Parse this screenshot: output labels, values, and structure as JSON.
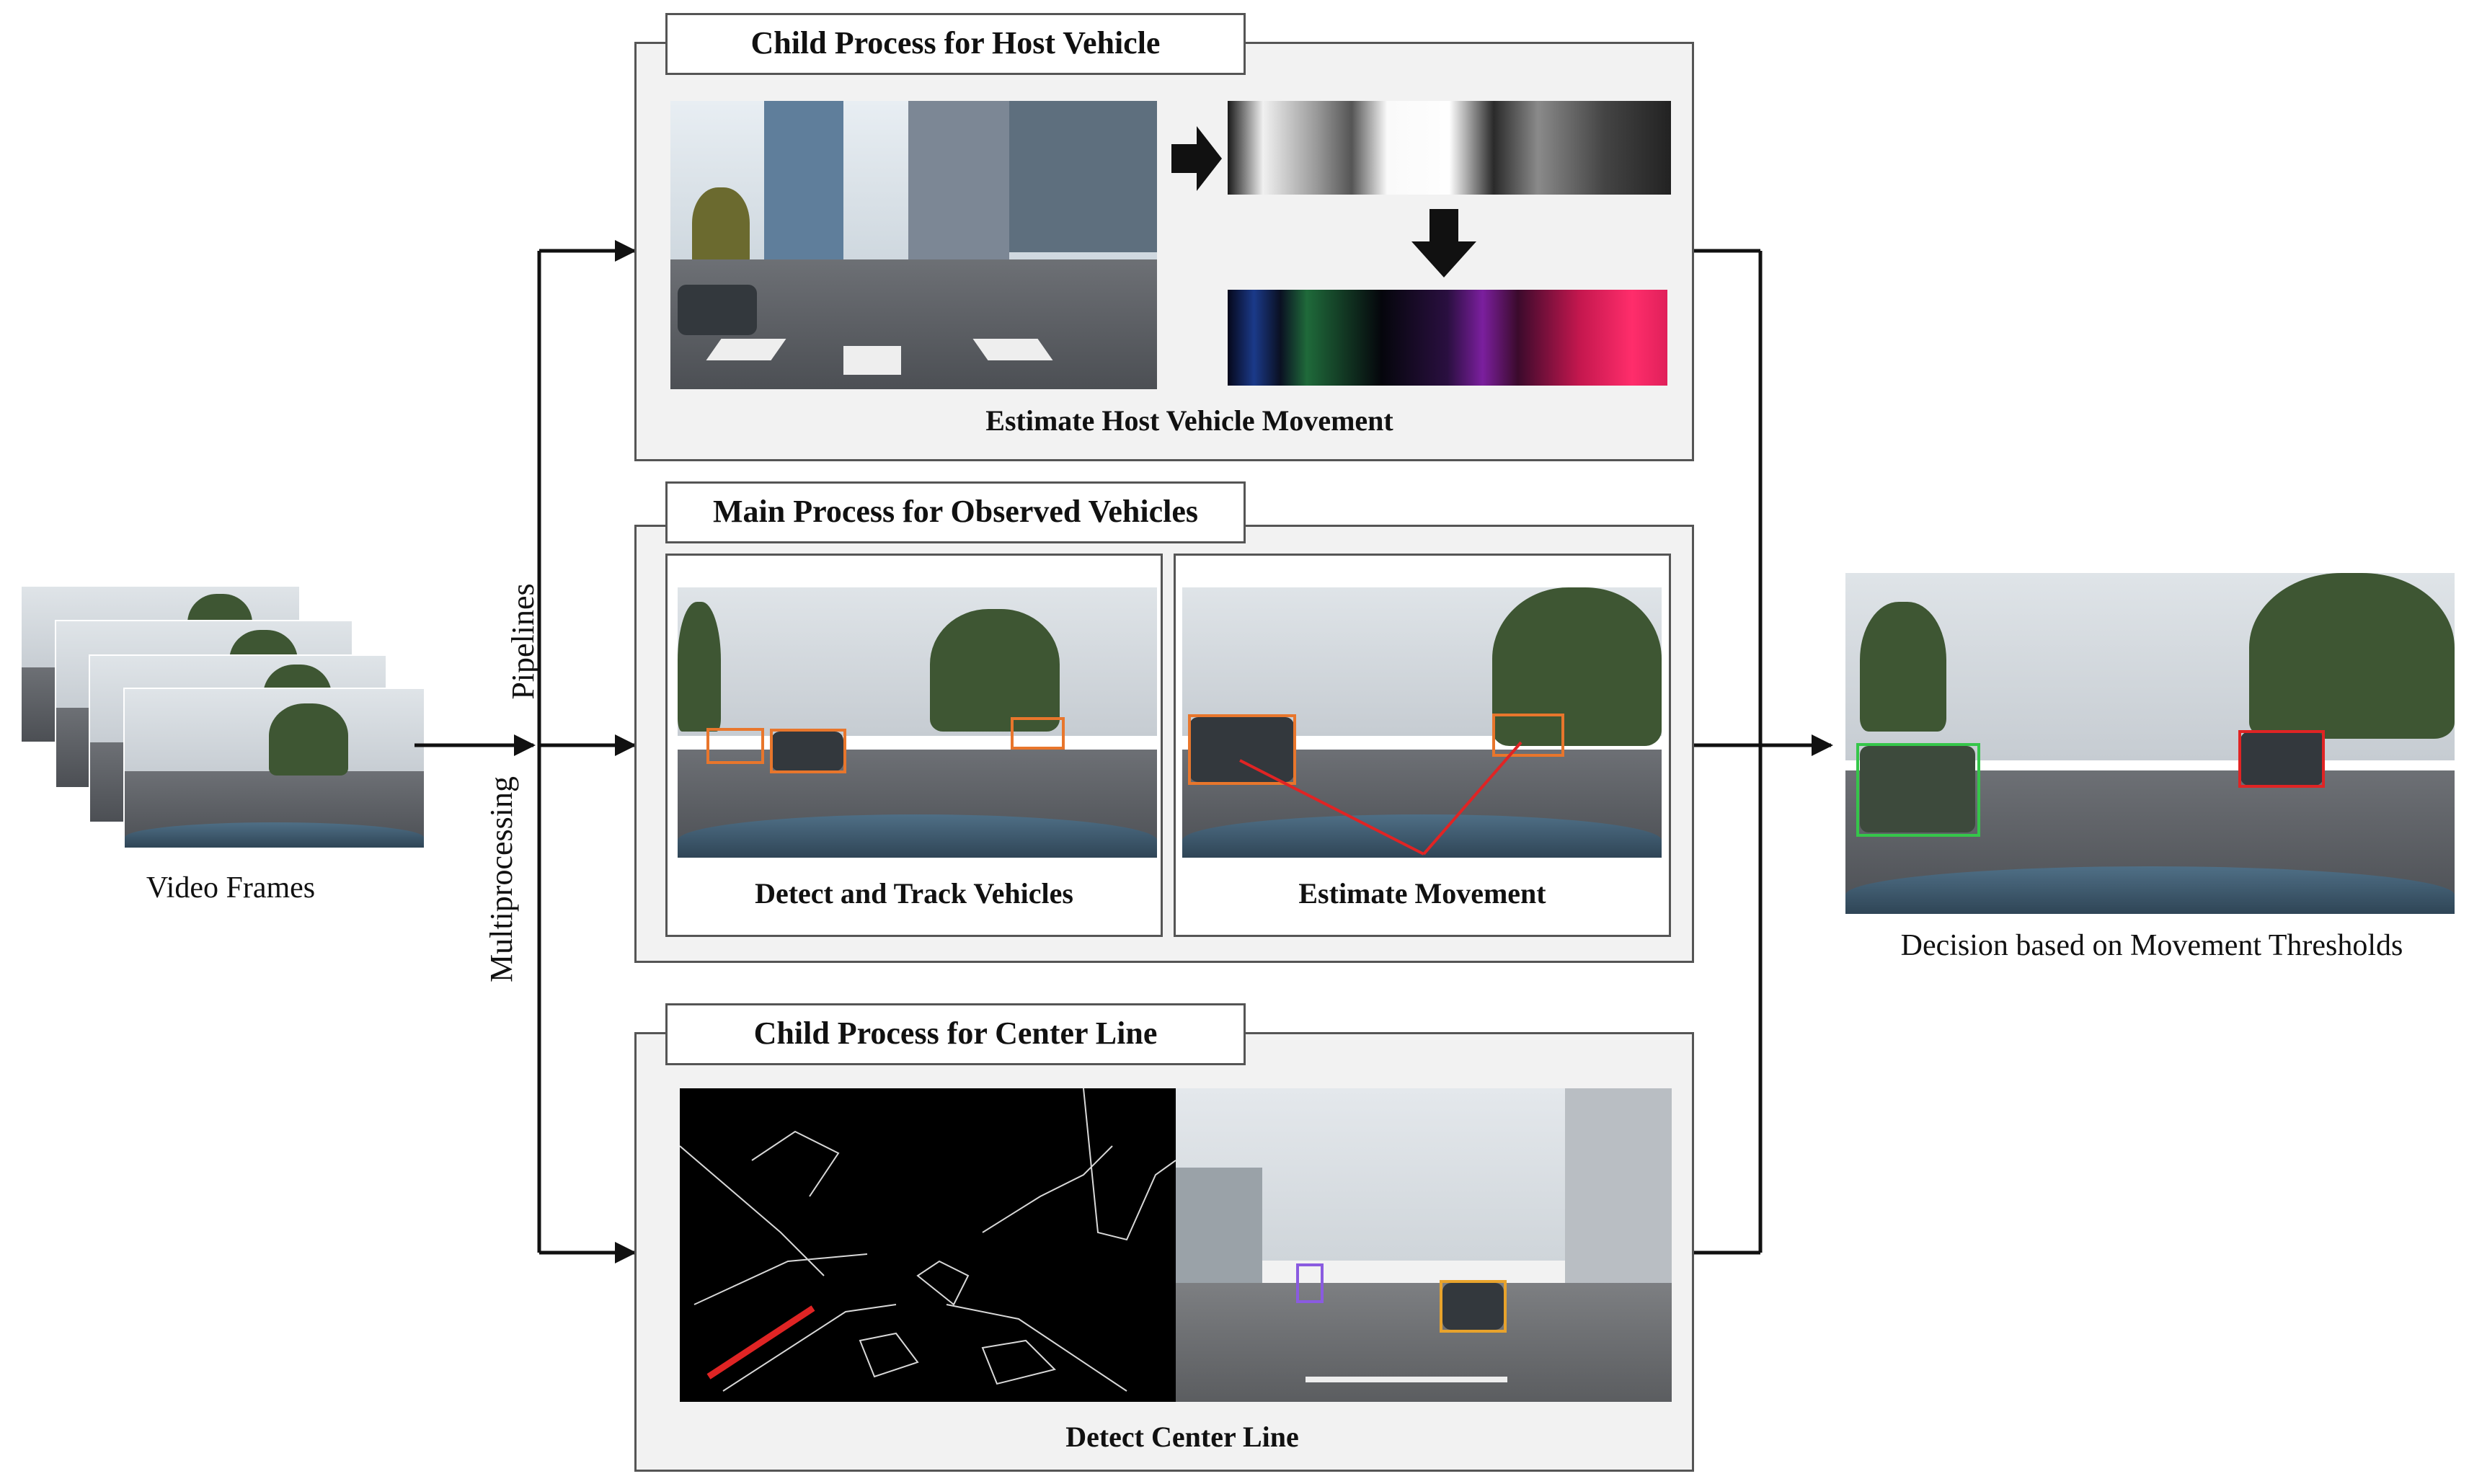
{
  "input": {
    "caption": "Video Frames"
  },
  "split": {
    "label_top": "Pipelines",
    "label_bottom": "Multiprocessing"
  },
  "host": {
    "title": "Child Process for Host Vehicle",
    "caption": "Estimate Host Vehicle Movement"
  },
  "main": {
    "title": "Main Process for Observed Vehicles",
    "left_caption": "Detect and Track Vehicles",
    "right_caption": "Estimate Movement"
  },
  "center": {
    "title": "Child Process for Center Line",
    "caption": "Detect Center Line"
  },
  "output": {
    "caption": "Decision based on Movement Thresholds"
  },
  "colors": {
    "arrow": "#111111",
    "panel_bg": "#f2f2f2",
    "panel_border": "#555555",
    "detect_box": "#e8762c",
    "driving": "#35c64a",
    "stopped": "#e02424",
    "center_line": "#e02424"
  }
}
